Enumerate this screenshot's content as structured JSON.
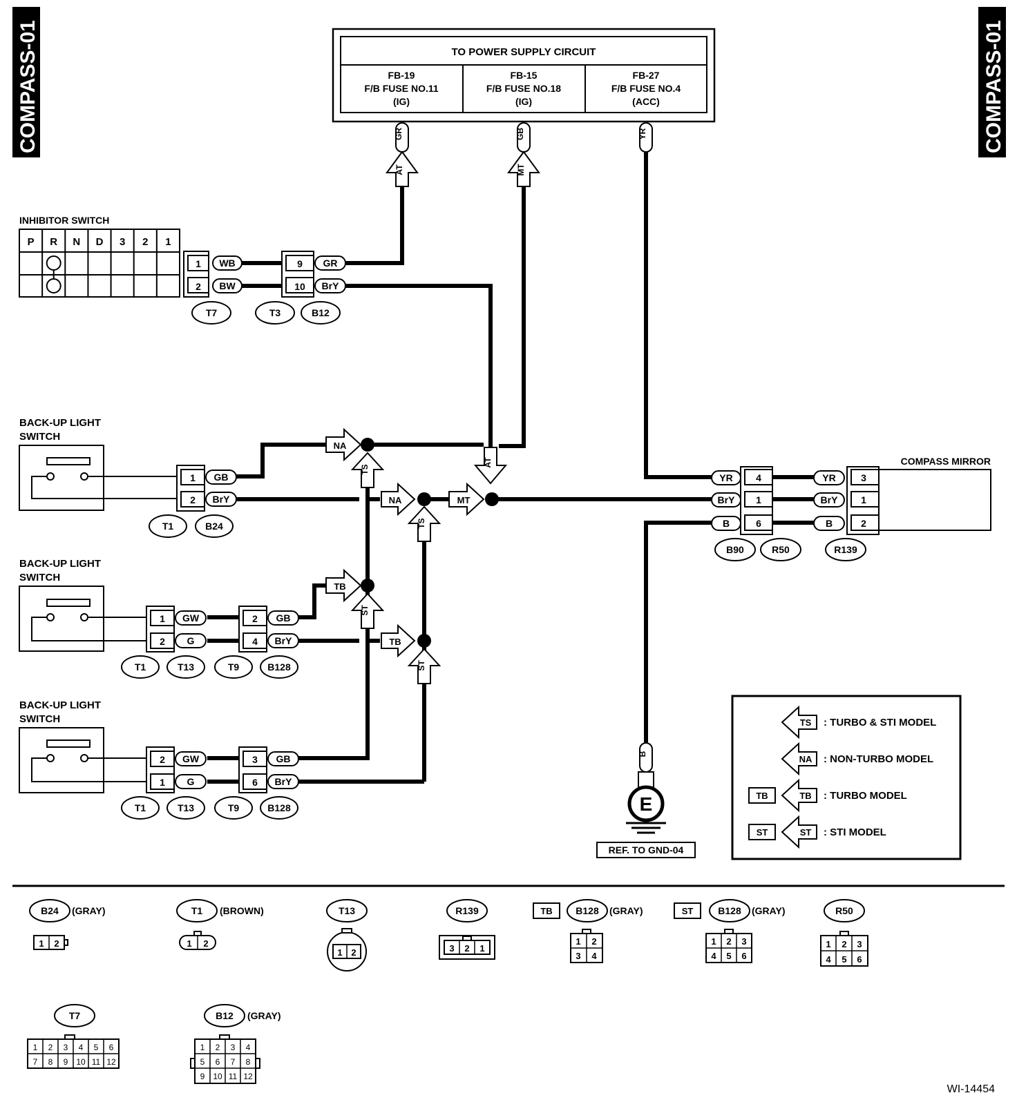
{
  "side_tab": {
    "left": "COMPASS-01",
    "right": "COMPASS-01"
  },
  "power_supply": {
    "title": "TO POWER SUPPLY CIRCUIT",
    "fuses": [
      {
        "line1": "FB-19",
        "line2": "F/B FUSE NO.11",
        "line3": "(IG)"
      },
      {
        "line1": "FB-15",
        "line2": "F/B FUSE NO.18",
        "line3": "(IG)"
      },
      {
        "line1": "FB-27",
        "line2": "F/B FUSE NO.4",
        "line3": "(ACC)"
      }
    ]
  },
  "inhibitor": {
    "title": "INHIBITOR SWITCH",
    "positions": [
      "P",
      "R",
      "N",
      "D",
      "3",
      "2",
      "1"
    ]
  },
  "backup_title_1": "BACK-UP LIGHT",
  "backup_title_2": "SWITCH",
  "compass_mirror": "COMPASS MIRROR",
  "ground_label": "E",
  "ground_ref": "REF. TO GND-04",
  "legend": [
    {
      "code": "TS",
      "text": ": TURBO & STI MODEL"
    },
    {
      "code": "NA",
      "text": ": NON-TURBO MODEL"
    },
    {
      "code": "TB",
      "text": ": TURBO MODEL"
    },
    {
      "code": "ST",
      "text": ": STI MODEL"
    }
  ],
  "connector_views": [
    {
      "id": "B24",
      "color": "(GRAY)"
    },
    {
      "id": "T1",
      "color": "(BROWN)"
    },
    {
      "id": "T13",
      "color": ""
    },
    {
      "id": "R139",
      "color": ""
    },
    {
      "id": "B128",
      "color": "(GRAY)",
      "tag": "TB"
    },
    {
      "id": "B128",
      "color": "(GRAY)",
      "tag": "ST"
    },
    {
      "id": "R50",
      "color": ""
    },
    {
      "id": "T7",
      "color": ""
    },
    {
      "id": "B12",
      "color": "(GRAY)"
    }
  ],
  "figure_id": "WI-14454"
}
